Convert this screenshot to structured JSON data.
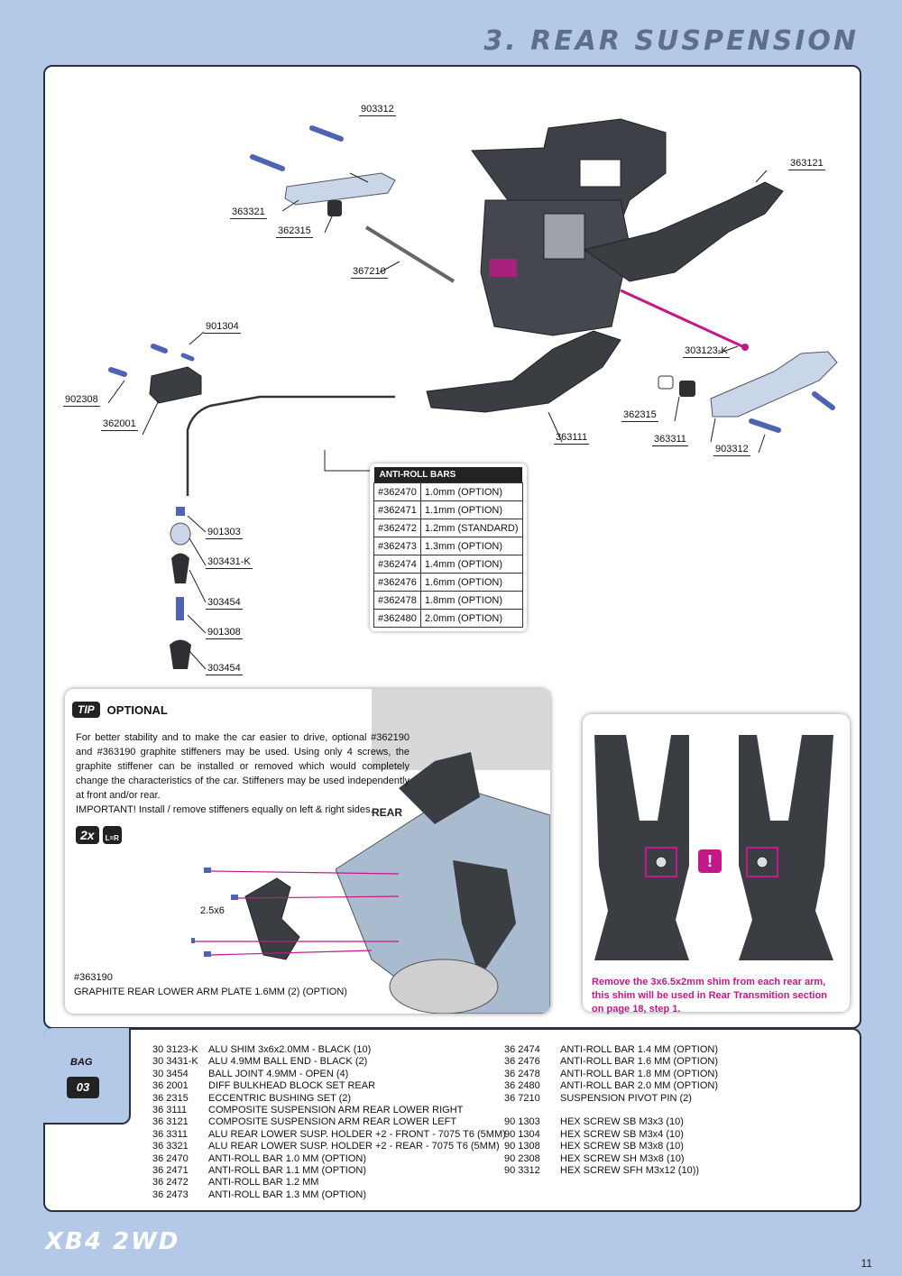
{
  "header": {
    "title": "3. REAR SUSPENSION"
  },
  "callouts": {
    "p903312a": "903312",
    "p363121": "363121",
    "p363321": "363321",
    "p362315a": "362315",
    "p367210": "367210",
    "p901304": "901304",
    "p303123k": "303123-K",
    "p902308": "902308",
    "p362001": "362001",
    "p362315b": "362315",
    "p363111": "363111",
    "p363311": "363311",
    "p903312b": "903312",
    "p901303": "901303",
    "p303431k": "303431-K",
    "p303454a": "303454",
    "p901308": "901308",
    "p303454b": "303454"
  },
  "antiroll": {
    "title": "ANTI-ROLL BARS",
    "rows": [
      [
        "#362470",
        "1.0mm (OPTION)"
      ],
      [
        "#362471",
        "1.1mm (OPTION)"
      ],
      [
        "#362472",
        "1.2mm (STANDARD)"
      ],
      [
        "#362473",
        "1.3mm (OPTION)"
      ],
      [
        "#362474",
        "1.4mm (OPTION)"
      ],
      [
        "#362476",
        "1.6mm (OPTION)"
      ],
      [
        "#362478",
        "1.8mm (OPTION)"
      ],
      [
        "#362480",
        "2.0mm (OPTION)"
      ]
    ]
  },
  "tip": {
    "badge": "TIP",
    "heading": "OPTIONAL",
    "text": "For better stability and to make the car easier to drive, optional #362190 and #363190 graphite stiffeners may be used. Using only 4 screws, the graphite stiffener  can be installed or removed which would completely change the characteristics of the car. Stiffeners may be used independently at front and/or rear.",
    "important": "IMPORTANT!   Install / remove stiffeners equally on left & right sides.",
    "qty": "2x",
    "lr": "L=R",
    "rear_label": "REAR",
    "screw_size": "2.5x6",
    "part_no": "#363190",
    "part_desc": "GRAPHITE REAR LOWER ARM PLATE 1.6MM (2) (OPTION)"
  },
  "shim": {
    "note": "Remove the 3x6.5x2mm shim from each rear arm, this shim will be used in Rear Transmition section on page 18, step 1.",
    "alert": "!"
  },
  "bag": {
    "label": "BAG",
    "number": "03"
  },
  "parts_left": [
    [
      "30 3123-K",
      "ALU SHIM 3x6x2.0MM - BLACK (10)"
    ],
    [
      "30 3431-K",
      "ALU 4.9MM BALL END - BLACK (2)"
    ],
    [
      "30 3454",
      "BALL JOINT 4.9MM - OPEN (4)"
    ],
    [
      "36 2001",
      "DIFF BULKHEAD BLOCK SET REAR"
    ],
    [
      "36 2315",
      "ECCENTRIC BUSHING SET (2)"
    ],
    [
      "36 3111",
      "COMPOSITE SUSPENSION ARM REAR LOWER RIGHT"
    ],
    [
      "36 3121",
      "COMPOSITE SUSPENSION ARM REAR LOWER LEFT"
    ],
    [
      "36 3311",
      "ALU REAR LOWER SUSP. HOLDER +2 - FRONT - 7075 T6 (5MM)"
    ],
    [
      "36 3321",
      "ALU REAR LOWER SUSP. HOLDER +2 - REAR - 7075 T6 (5MM)"
    ],
    [
      "36 2470",
      "ANTI-ROLL BAR 1.0 MM (OPTION)"
    ],
    [
      "36 2471",
      "ANTI-ROLL BAR 1.1 MM (OPTION)"
    ],
    [
      "36 2472",
      "ANTI-ROLL BAR 1.2 MM"
    ],
    [
      "36 2473",
      "ANTI-ROLL BAR 1.3 MM (OPTION)"
    ]
  ],
  "parts_right": [
    [
      "36 2474",
      "ANTI-ROLL BAR 1.4 MM (OPTION)"
    ],
    [
      "36 2476",
      "ANTI-ROLL BAR 1.6 MM (OPTION)"
    ],
    [
      "36 2478",
      "ANTI-ROLL BAR 1.8 MM (OPTION)"
    ],
    [
      "36 2480",
      "ANTI-ROLL BAR 2.0 MM (OPTION)"
    ],
    [
      "36 7210",
      "SUSPENSION PIVOT PIN (2)"
    ],
    [
      "",
      ""
    ],
    [
      "90 1303",
      "HEX SCREW  SB M3x3  (10)"
    ],
    [
      "90 1304",
      "HEX SCREW  SB M3x4  (10)"
    ],
    [
      "90 1308",
      "HEX SCREW  SB M3x8  (10)"
    ],
    [
      "90 2308",
      "HEX SCREW  SH M3x8  (10)"
    ],
    [
      "90 3312",
      "HEX SCREW  SFH M3x12  (10))"
    ]
  ],
  "footer": {
    "logo": "XB4 2WD",
    "page": "11"
  },
  "colors": {
    "accent": "#c2188a",
    "background": "#b4c8e8",
    "part": "#3a3d42",
    "alu": "#c9d6e8",
    "screw": "#4f63b5"
  }
}
